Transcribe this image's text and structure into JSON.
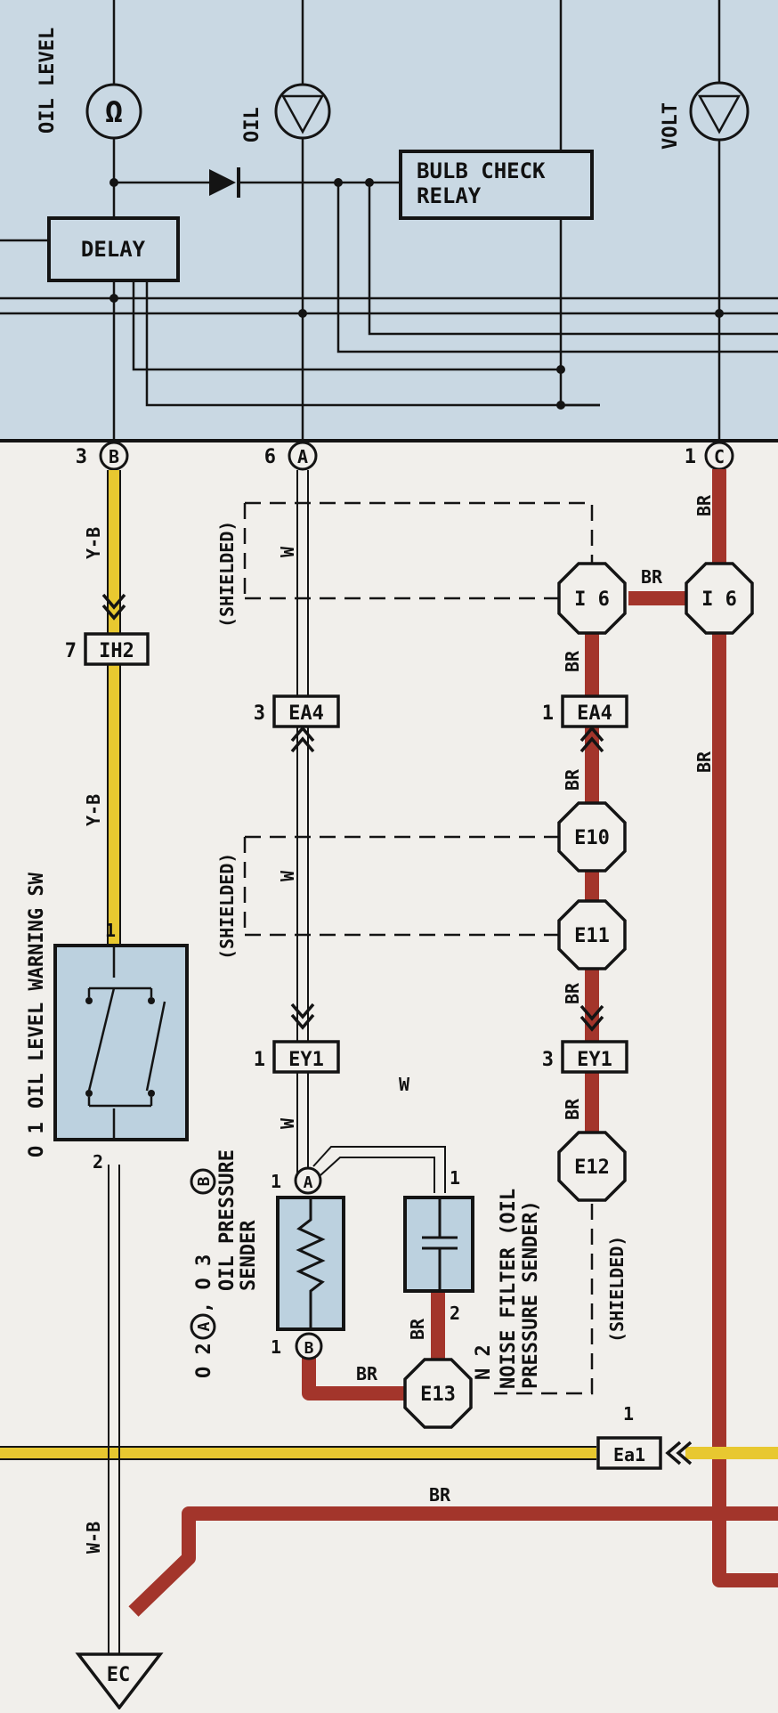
{
  "colors": {
    "panel": "#c9d8e3",
    "paper": "#f1efeb",
    "ink": "#141414",
    "brown_wire": "#a3352b",
    "yellow_wire": "#e8c830",
    "component_fill": "#bcd1df"
  },
  "gauges": {
    "oil_level_label": "OIL LEVEL",
    "oil_level_symbol": "Ω",
    "oil_label": "OIL",
    "volt_label": "VOLT"
  },
  "boxes": {
    "delay": "DELAY",
    "bulb_check_relay_line1": "BULB CHECK",
    "bulb_check_relay_line2": "RELAY"
  },
  "terminals": {
    "t3": "3",
    "t3_letter": "B",
    "t6": "6",
    "t6_letter": "A",
    "t1": "1",
    "t1_letter": "C"
  },
  "connectors": {
    "ih2_pin": "7",
    "ih2": "IH2",
    "ea4_left_pin": "3",
    "ea4_left": "EA4",
    "ea4_right_pin": "1",
    "ea4_right": "EA4",
    "ey1_left_pin": "1",
    "ey1_left": "EY1",
    "ey1_right_pin": "3",
    "ey1_right": "EY1",
    "ea1_pin": "1",
    "ea1": "Ea1"
  },
  "splices": {
    "i6_left": "I 6",
    "i6_right": "I 6",
    "e10": "E10",
    "e11": "E11",
    "e12": "E12",
    "e13": "E13"
  },
  "wires": {
    "y_b_top": "Y-B",
    "y_b_mid": "Y-B",
    "w_top": "W",
    "w_mid": "W",
    "w_lower": "W",
    "w_branch": "W",
    "w_b": "W-B",
    "br_top_right": "BR",
    "br_right_vertical": "BR",
    "br_i6": "BR",
    "br_ea4_top": "BR",
    "br_ea4_bottom": "BR",
    "br_e11": "BR",
    "br_e12": "BR",
    "br_filter": "BR",
    "br_e13": "BR",
    "br_bottom": "BR"
  },
  "shield_labels": {
    "s1": "(SHIELDED)",
    "s2": "(SHIELDED)",
    "s3": "(SHIELDED)"
  },
  "components": {
    "oil_level_sw_title": "O 1",
    "oil_level_sw_name": "OIL LEVEL WARNING SW",
    "oil_level_sw_pin1": "1",
    "oil_level_sw_pin2": "2",
    "oil_pressure_code_a": "O 2",
    "oil_pressure_code_a_letter": "A",
    "oil_pressure_code_b": ", O 3",
    "oil_pressure_code_b_letter": "B",
    "oil_pressure_line1": "OIL PRESSURE",
    "oil_pressure_line2": "SENDER",
    "oil_pressure_pin1": "1",
    "oil_pressure_pin1_letter": "A",
    "oil_pressure_pin2": "1",
    "oil_pressure_pin2_letter": "B",
    "noise_filter_code": "N 2",
    "noise_filter_line1": "NOISE FILTER (OIL",
    "noise_filter_line2": "PRESSURE SENDER)",
    "noise_filter_pin1": "1",
    "noise_filter_pin2": "2"
  },
  "ground": {
    "ec": "EC"
  }
}
